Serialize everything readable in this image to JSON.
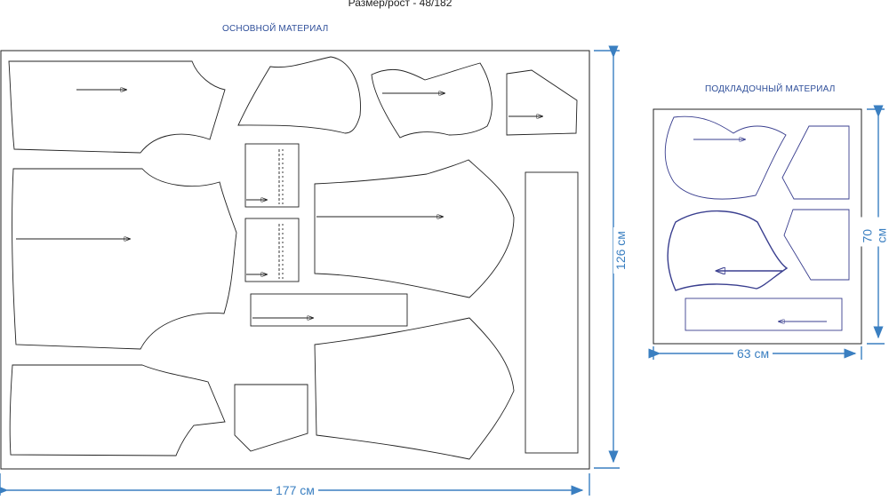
{
  "header": {
    "size_title": "Размер/рост - 48/182"
  },
  "main_fabric": {
    "label": "ОСНОВНОЙ МАТЕРИАЛ",
    "width": "177 см",
    "height": "126 см"
  },
  "lining_fabric": {
    "label": "ПОДКЛАДОЧНЫЙ МАТЕРИАЛ",
    "width": "63 см",
    "height": "70 см"
  },
  "colors": {
    "outline_main": "#222222",
    "outline_lining": "#3a3f8f",
    "dimension": "#3a7fc1",
    "label": "#2f4f9a"
  }
}
